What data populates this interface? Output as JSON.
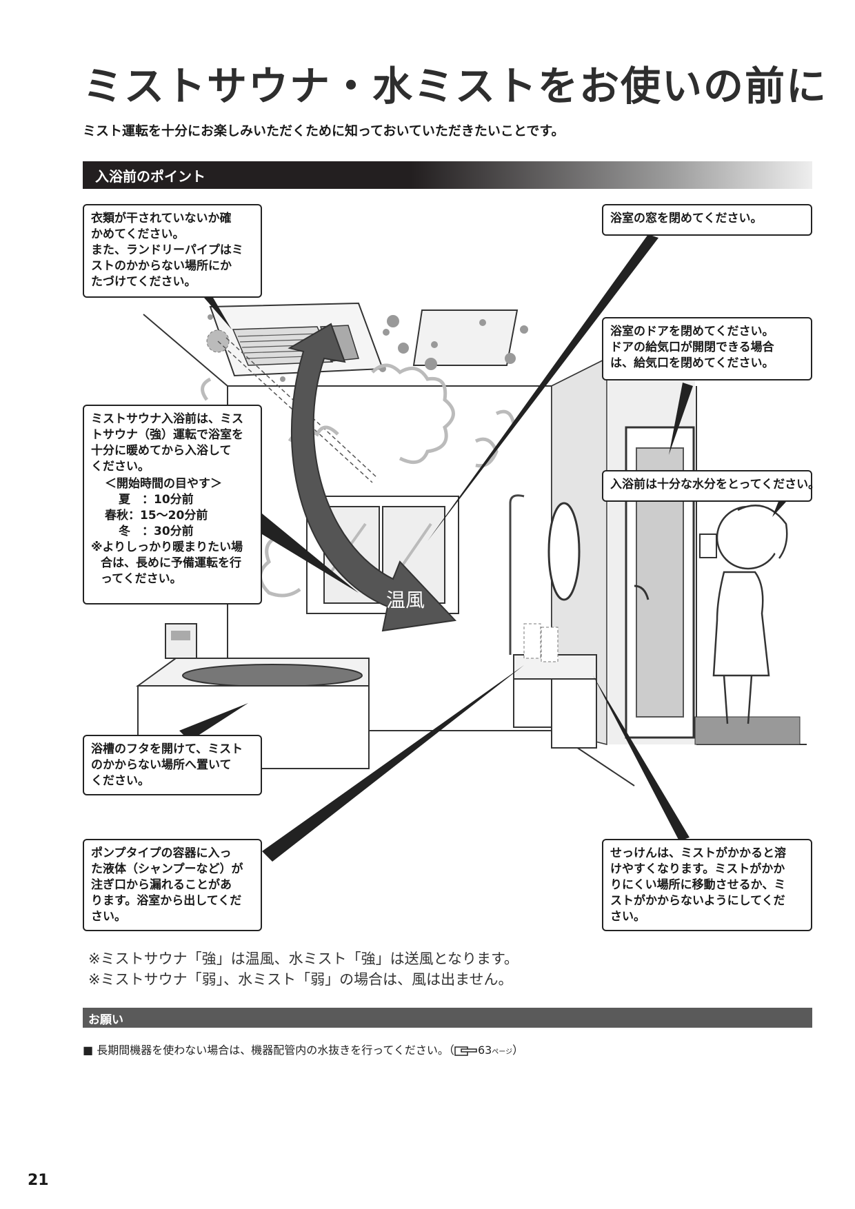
{
  "title": "ミストサウナ・水ミストをお使いの前に",
  "subtitle": "ミスト運転を十分にお楽しみいただくために知っておいていただきたいことです。",
  "section_heading": "入浴前のポイント",
  "warm_air_label": "温風",
  "callouts": {
    "clothes": [
      "衣類が干されていないか確",
      "かめてください。",
      "また、ランドリーパイプはミ",
      "ストのかからない場所にか",
      "たづけてください。"
    ],
    "preheat": [
      "ミストサウナ入浴前は、ミス",
      "トサウナ（強）運転で浴室を",
      "十分に暖めてから入浴して",
      "ください。"
    ],
    "preheat_guide_title": "＜開始時間の目やす＞",
    "preheat_guide": [
      "夏　：10分前",
      "春秋：15〜20分前",
      "冬　：30分前"
    ],
    "preheat_note": [
      "※よりしっかり暖まりたい場",
      "合は、長めに予備運転を行",
      "ってください。"
    ],
    "window": [
      "浴室の窓を閉めてください。"
    ],
    "door": [
      "浴室のドアを閉めてください。",
      "ドアの給気口が開閉できる場合",
      "は、給気口を閉めてください。"
    ],
    "water": [
      "入浴前は十分な水分をとってください。"
    ],
    "tub_lid": [
      "浴槽のフタを開けて、ミスト",
      "のかからない場所へ置いて",
      "ください。"
    ],
    "pump": [
      "ポンプタイプの容器に入っ",
      "た液体（シャンプーなど）が",
      "注ぎ口から漏れることがあ",
      "ります。浴室から出してくだ",
      "さい。"
    ],
    "soap": [
      "せっけんは、ミストがかかると溶",
      "けやすくなります。ミストがかか",
      "りにくい場所に移動させるか、ミ",
      "ストがかからないようにしてくだ",
      "さい。"
    ]
  },
  "notes": [
    "※ミストサウナ「強」は温風、水ミスト「強」は送風となります。",
    "※ミストサウナ「弱」、水ミスト「弱」の場合は、風は出ません。"
  ],
  "request_heading": "お願い",
  "request_text_before": "■ 長期間機器を使わない場合は、機器配管内の水抜きを行ってください。（",
  "request_ref_page": "63",
  "request_ref_unit": "ページ",
  "request_text_after": "）",
  "page_number": "21"
}
